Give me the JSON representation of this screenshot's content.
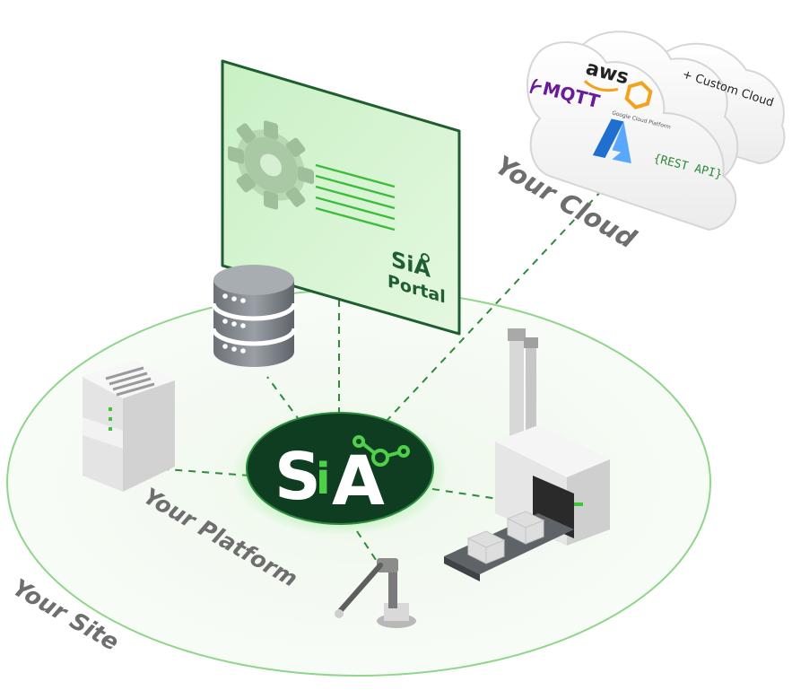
{
  "labels": {
    "your_site": "Your Site",
    "your_platform": "Your Platform",
    "your_cloud": "Your Cloud"
  },
  "hub": {
    "logo_text_s": "S",
    "logo_text_i": "i",
    "logo_text_a": "A"
  },
  "portal": {
    "brand": "SiA",
    "name": "Portal"
  },
  "cloud": {
    "providers": {
      "aws": "aws",
      "gcp": "Google Cloud Platform",
      "mqtt": "MQTT",
      "rest": "{REST API}",
      "custom": "+ Custom Cloud"
    }
  },
  "colors": {
    "accent_green": "#4fcf4a",
    "hub_dark": "#0f3d22",
    "site_ring": "#8fd68a",
    "label_gray": "#6e6e6e",
    "azure_blue": "#1f6fd1",
    "mqtt_purple": "#6a1b9a",
    "gcp_orange": "#f4a11c"
  }
}
